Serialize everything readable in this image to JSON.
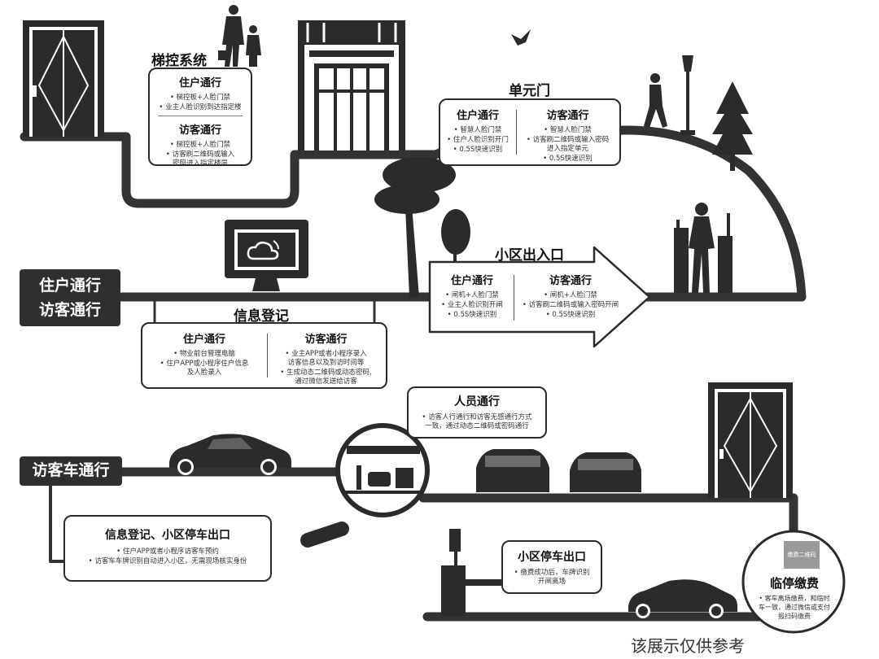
{
  "elevator": {
    "title": "梯控系统",
    "resident": {
      "heading": "住户通行",
      "items": [
        "梯控板+人脸门禁",
        "业主人脸识别到达指定楼"
      ]
    },
    "visitor": {
      "heading": "访客通行",
      "items": [
        "梯控板+人脸门禁",
        "访客刷二维码或输入\n密码进入指定楼层"
      ]
    }
  },
  "unit_door": {
    "title": "单元门",
    "resident": {
      "heading": "住户通行",
      "items": [
        "智慧人脸门禁",
        "住户人脸识别开门",
        "0.5S快速识别"
      ]
    },
    "visitor": {
      "heading": "访客通行",
      "items": [
        "智慧人脸门禁",
        "访客刷二维码或输入密码\n进入指定单元",
        "0.5S快速识别"
      ]
    }
  },
  "main_label": {
    "line1": "住户通行",
    "line2": "访客通行"
  },
  "info_register": {
    "title": "信息登记",
    "resident": {
      "heading": "住户通行",
      "items": [
        "物业前台管理电脑",
        "住户APP或小程序住户信息\n及人脸录入"
      ]
    },
    "visitor": {
      "heading": "访客通行",
      "items": [
        "业主APP或者小程序录入\n访客信息以及到访时间等",
        "生成动态二维码或动态密码,\n通过微信发送给访客"
      ]
    }
  },
  "community_gate": {
    "title": "小区出入口",
    "resident": {
      "heading": "住户通行",
      "items": [
        "闸机+人脸门禁",
        "业主人脸识别开闸",
        "0.5S快速识别"
      ]
    },
    "visitor": {
      "heading": "访客通行",
      "items": [
        "闸机+人脸门禁",
        "访客刷二维码或输入密码开闸",
        "0.5S快速识别"
      ]
    }
  },
  "pedestrian": {
    "title": "人员通行",
    "items": [
      "访客人行通行和访客无感通行方式\n一致，通过动态二维码或密码通行"
    ]
  },
  "visitor_car_label": "访客车通行",
  "car_register": {
    "title": "信息登记、小区停车出口",
    "items": [
      "住户APP或者小程序访客车预约",
      "访客车车牌识别自动进入小区，无需现场核实身份"
    ]
  },
  "parking_exit": {
    "title": "小区停车出口",
    "items": [
      "缴费成功后，车牌识别\n开闸离场"
    ]
  },
  "temp_parking": {
    "qr_label": "缴费二维码",
    "title": "临停缴费",
    "items": [
      "客车离场缴费，和临时\n车一致，通过微信或支付\n报扫码缴费"
    ]
  },
  "footer": "该展示仅供参考",
  "colors": {
    "ink": "#2b2b2b",
    "line": "#333333",
    "label_bg": "#2f2f2f",
    "qr_bg": "#9a9a9a"
  }
}
